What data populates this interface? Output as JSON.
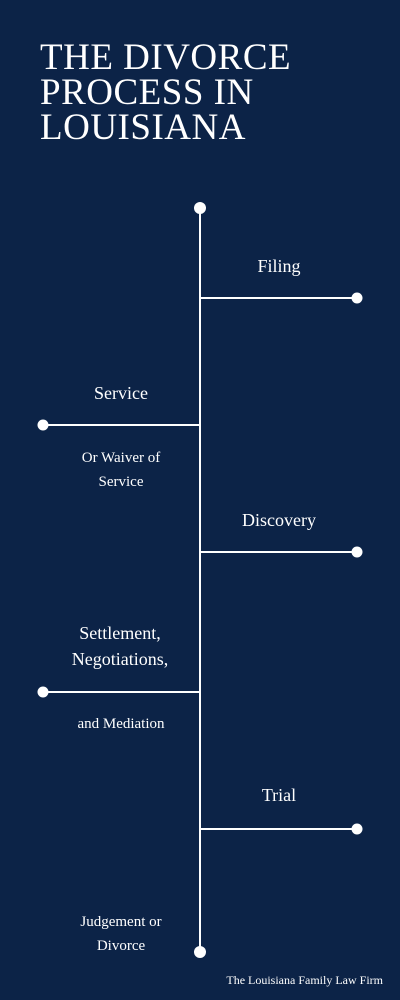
{
  "title_lines": [
    "THE DIVORCE",
    "PROCESS IN",
    "LOUISIANA"
  ],
  "steps": {
    "filing": "Filing",
    "service": "Service",
    "service_note": [
      "Or Waiver of",
      "Service"
    ],
    "discovery": "Discovery",
    "settlement": [
      "Settlement,",
      "Negotiations,"
    ],
    "settlement_note": "and Mediation",
    "trial": "Trial",
    "judgement": [
      "Judgement or",
      "Divorce"
    ]
  },
  "footer": "The Louisiana Family Law Firm",
  "colors": {
    "background": "#0c2347",
    "line": "#ffffff",
    "text": "#ffffff"
  }
}
